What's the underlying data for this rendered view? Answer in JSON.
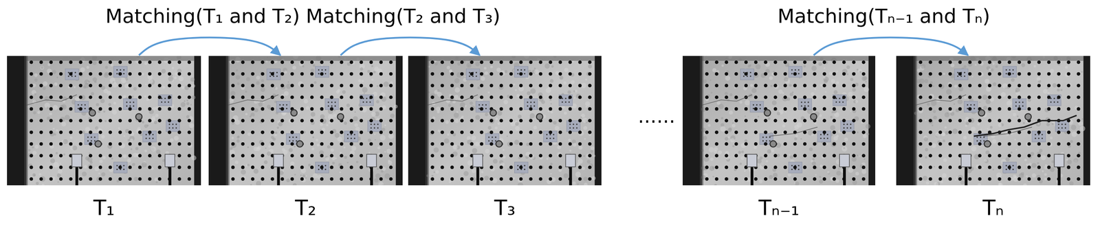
{
  "diagram": {
    "nodes": [
      {
        "text": [
          "T₁"
        ]
      },
      {
        "text": [
          "T₂"
        ]
      },
      {
        "text": [
          "T₃"
        ]
      },
      {
        "text": [
          "Tₙ₋₁"
        ]
      },
      {
        "text": [
          "Tₙ"
        ]
      }
    ],
    "edges": [
      {
        "from": 0,
        "to": 1,
        "arrow": "to",
        "label": "Matching(T₁ and T₂)"
      },
      {
        "from": 1,
        "to": 2,
        "arrow": "to",
        "label": "Matching(T₂ and T₃)"
      },
      {
        "from": 3,
        "to": 4,
        "arrow": "to",
        "label": "Matching(Tₙ₋₁ and Tₙ)"
      }
    ],
    "labels": [
      "......"
    ]
  }
}
